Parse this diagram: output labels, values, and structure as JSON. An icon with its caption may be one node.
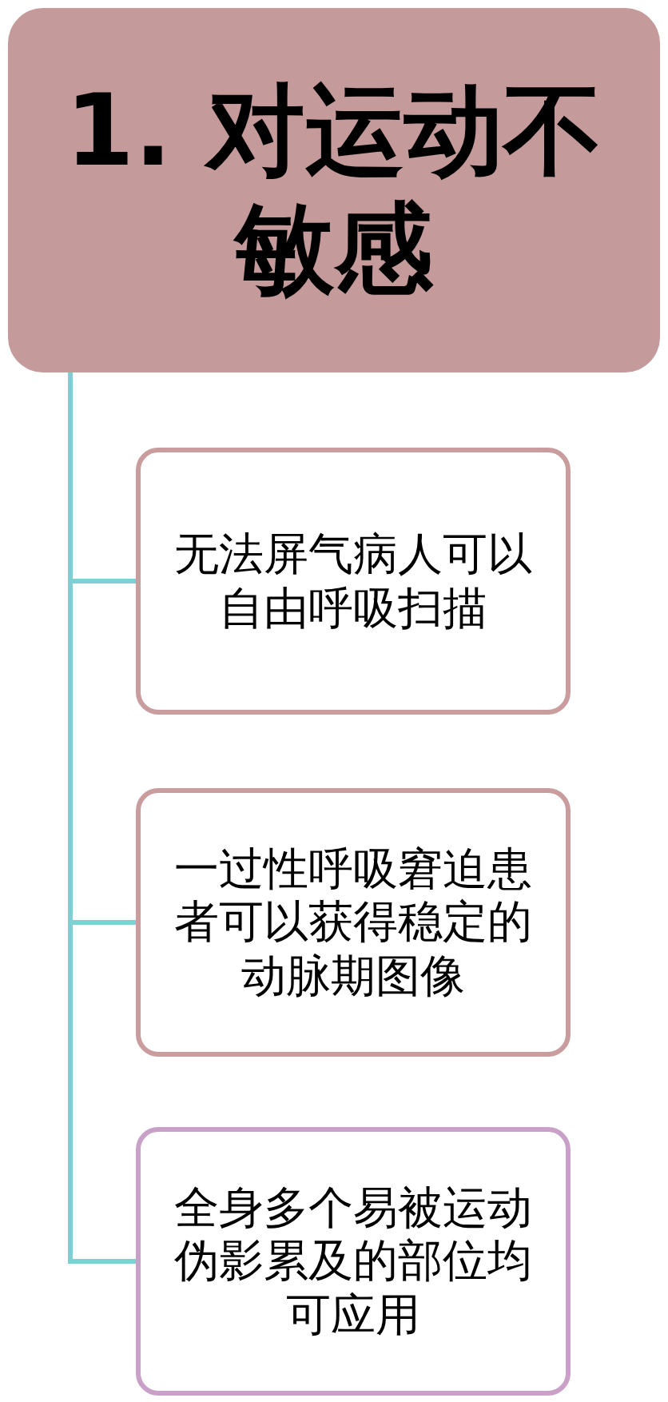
{
  "diagram": {
    "nodes": [
      {
        "text": [
          "1. 对运动不敏感"
        ]
      },
      {
        "text": [
          "无法屏气病人可以自由呼吸扫描"
        ]
      },
      {
        "text": [
          "一过性呼吸窘迫患者可以获得稳定的动脉期图像"
        ]
      },
      {
        "text": [
          "全身多个易被运动伪影累及的部位均可应用"
        ]
      }
    ],
    "edges": [
      {
        "from": 0,
        "to": 1,
        "arrow": "none"
      },
      {
        "from": 0,
        "to": 2,
        "arrow": "none"
      },
      {
        "from": 0,
        "to": 3,
        "arrow": "none"
      }
    ]
  }
}
